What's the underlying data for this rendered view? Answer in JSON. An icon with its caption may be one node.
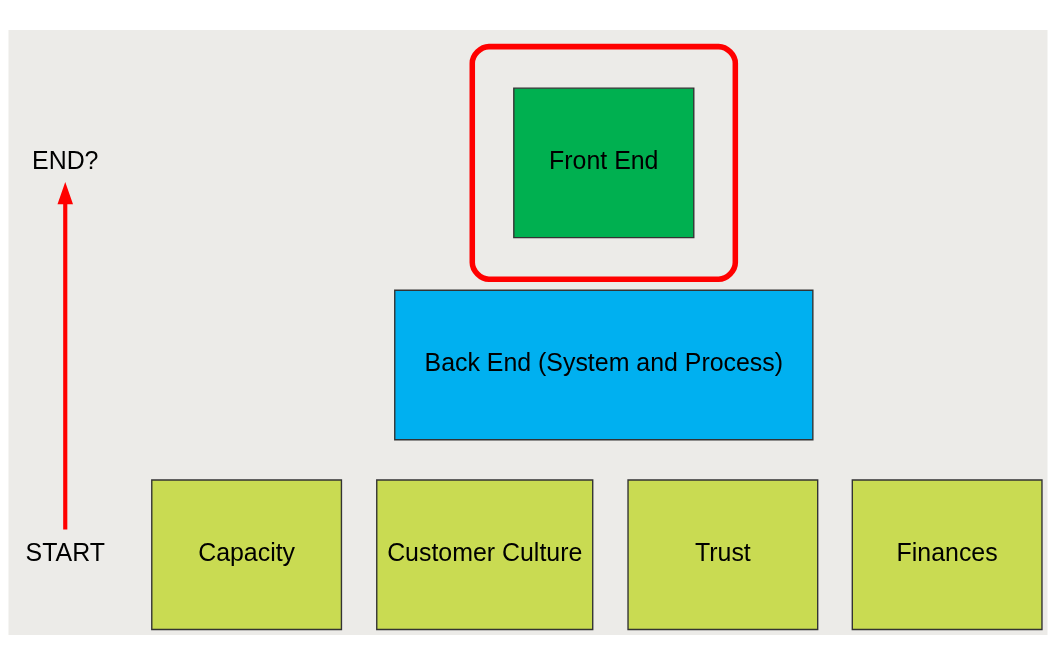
{
  "diagram": {
    "nodes": [
      {
        "text": [
          "END?"
        ]
      },
      {
        "text": [],
        "shape": "ellipse"
      },
      {
        "text": [
          "Front End"
        ],
        "in": 1
      },
      {
        "text": [
          "Back End (System and Process)"
        ]
      },
      {
        "text": [
          "Capacity"
        ]
      },
      {
        "text": [
          "Customer Culture"
        ]
      },
      {
        "text": [
          "Trust"
        ]
      },
      {
        "text": [
          "Finances"
        ]
      },
      {
        "text": [
          "START"
        ]
      }
    ],
    "edges": [
      {
        "from": 8,
        "to": 0,
        "arrow": "to",
        "color": "#ff0000"
      }
    ]
  }
}
